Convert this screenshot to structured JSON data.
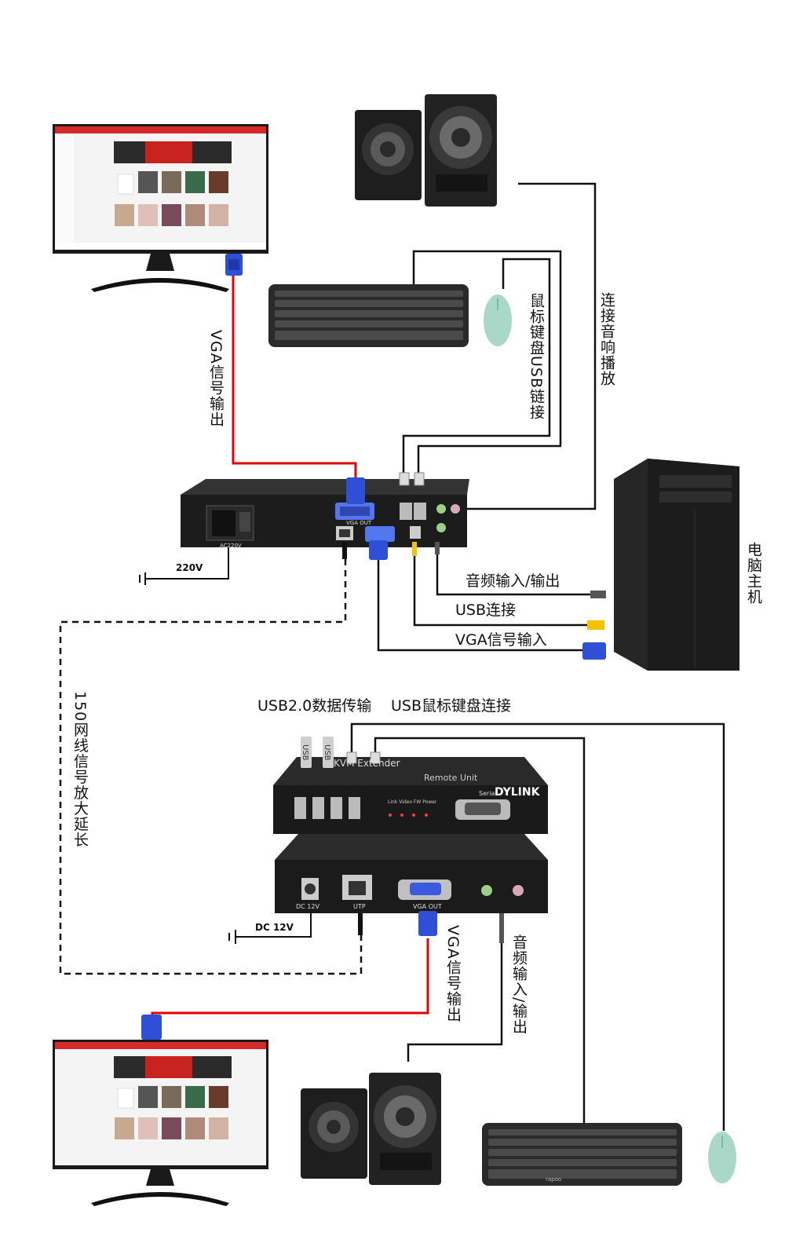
{
  "labels": {
    "vga_out_top": "VGA信号输出",
    "mouse_kb_usb": "鼠标键盘USB链接",
    "audio_play": "连接音响播放",
    "pc_host": "电脑主机",
    "audio_io_top": "音频输入/输出",
    "usb_connect": "USB连接",
    "vga_in": "VGA信号输入",
    "v220": "220V",
    "ac220": "AC220V",
    "vga_out_port": "VGA OUT",
    "extend_150": "150网线信号放大延长",
    "usb20_data": "USB2.0数据传输",
    "usb_mouse_kb": "USB鼠标键盘连接",
    "usb_tag_1": "USB",
    "usb_tag_2": "USB",
    "kvm_extender": "KVM Extender",
    "remote_unit": "Remote Unit",
    "serial": "Serial",
    "dylink": "DYLINK",
    "leds": "Link Video FW Power",
    "dc12v_port": "DC 12V",
    "utp_port": "UTP",
    "vga_out_port_2": "VGA OUT",
    "dc12v": "DC 12V",
    "vga_out_bottom": "VGA信号输出",
    "audio_io_bottom": "音频输入/输出",
    "brand_kb": "rapoo"
  },
  "colors": {
    "vga_line": "#e60000",
    "cable": "#111111",
    "device": "#1c1c1c",
    "vga_connector": "#2f4fd6"
  }
}
